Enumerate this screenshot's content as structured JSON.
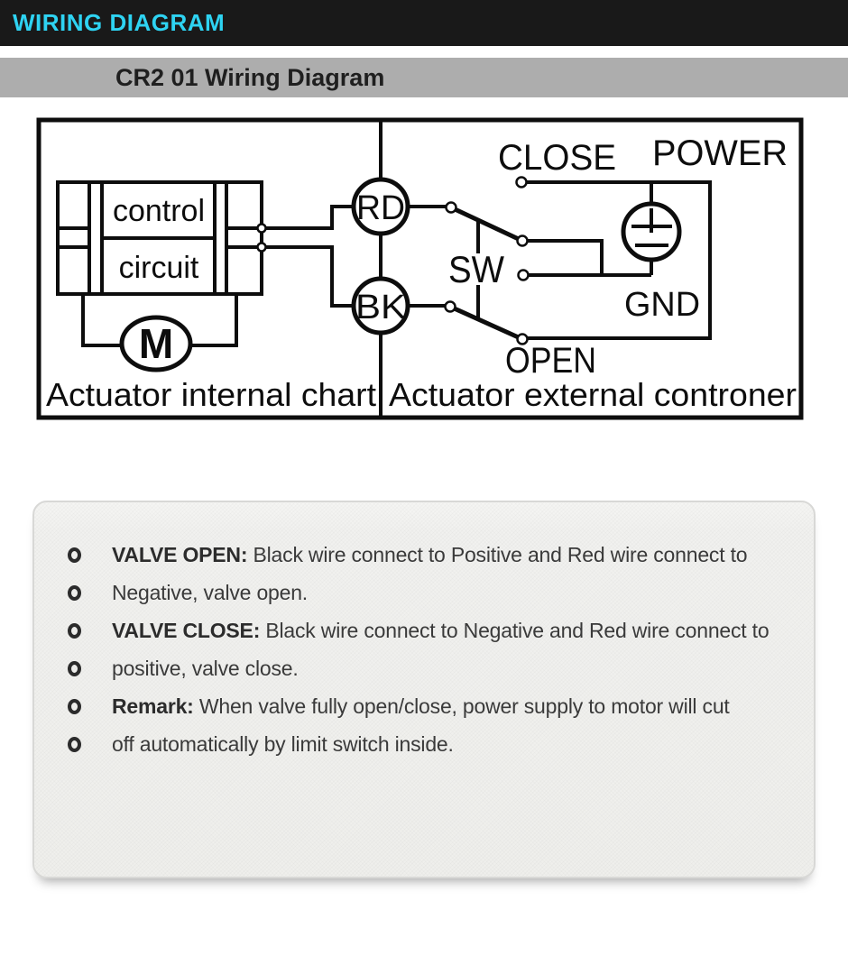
{
  "header": {
    "title": "WIRING DIAGRAM",
    "bg_color": "#191919",
    "accent_color": "#2ed3f2"
  },
  "subheader": {
    "title": "CR2 01 Wiring Diagram",
    "bg_color": "#adadad",
    "text_color": "#1f1f1f"
  },
  "diagram": {
    "line_color": "#0d0d0d",
    "left_panel": {
      "caption": "Actuator internal chart",
      "control_block": {
        "line1": "control",
        "line2": "circuit"
      },
      "motor_label": "M"
    },
    "right_panel": {
      "caption": "Actuator external controner",
      "red_wire_label": "RD",
      "black_wire_label": "BK",
      "switch_label": "SW",
      "close_label": "CLOSE",
      "open_label": "OPEN",
      "power_label": "POWER",
      "gnd_label": "GND",
      "power_source_symbol": "±"
    }
  },
  "notes": {
    "lines": [
      {
        "label": "VALVE OPEN:",
        "text": " Black wire connect to Positive and Red wire connect to"
      },
      {
        "label": "",
        "text": "Negative, valve open."
      },
      {
        "label": "VALVE CLOSE:",
        "text": " Black wire connect to Negative and Red wire connect to"
      },
      {
        "label": "",
        "text": "positive, valve close."
      },
      {
        "label": "Remark:",
        "text": " When valve fully open/close, power supply to motor will cut"
      },
      {
        "label": "",
        "text": "off automatically by limit switch inside."
      }
    ]
  }
}
